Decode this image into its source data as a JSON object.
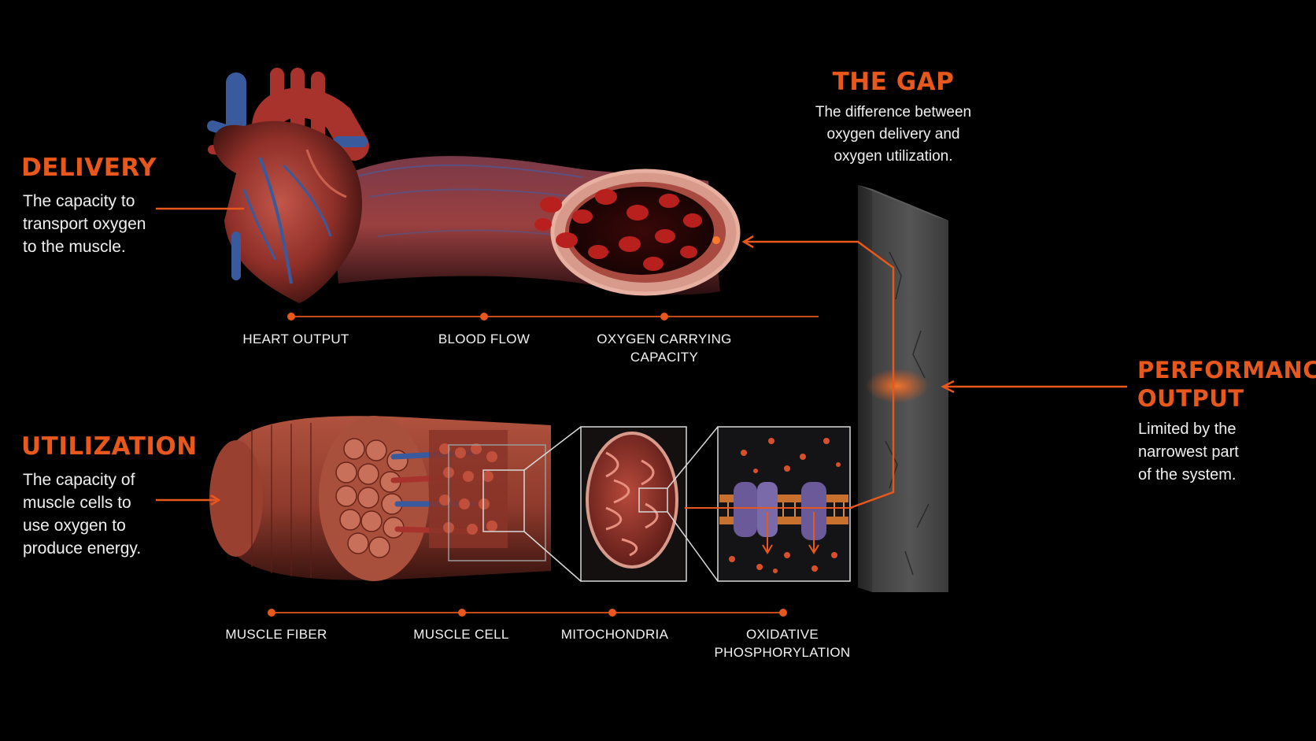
{
  "delivery": {
    "title": "DELIVERY",
    "lines": [
      "The capacity to",
      "transport oxygen",
      "to the muscle."
    ]
  },
  "utilization": {
    "title": "UTILIZATION",
    "lines": [
      "The capacity of",
      "muscle cells to",
      "use oxygen to",
      "produce energy."
    ]
  },
  "gap": {
    "title": "THE GAP",
    "lines": [
      "The difference between",
      "oxygen delivery and",
      "oxygen utilization."
    ]
  },
  "performance": {
    "title_lines": [
      "PERFORMANCE",
      "OUTPUT"
    ],
    "lines": [
      "Limited by the",
      "narrowest part",
      "of the system."
    ]
  },
  "delivery_steps": [
    {
      "lines": [
        "HEART OUTPUT"
      ]
    },
    {
      "lines": [
        "BLOOD FLOW"
      ]
    },
    {
      "lines": [
        "OXYGEN CARRYING",
        "CAPACITY"
      ]
    }
  ],
  "utilization_steps": [
    {
      "lines": [
        "MUSCLE FIBER"
      ]
    },
    {
      "lines": [
        "MUSCLE CELL"
      ]
    },
    {
      "lines": [
        "MITOCHONDRIA"
      ]
    },
    {
      "lines": [
        "OXIDATIVE",
        "PHOSPHORYLATION"
      ]
    }
  ],
  "colors": {
    "accent": "#e8571b",
    "background": "#000000",
    "muscle": "#8e3a2c",
    "vessel_blue": "#3a5a9e",
    "wall_gray": "#4a4a4a"
  }
}
